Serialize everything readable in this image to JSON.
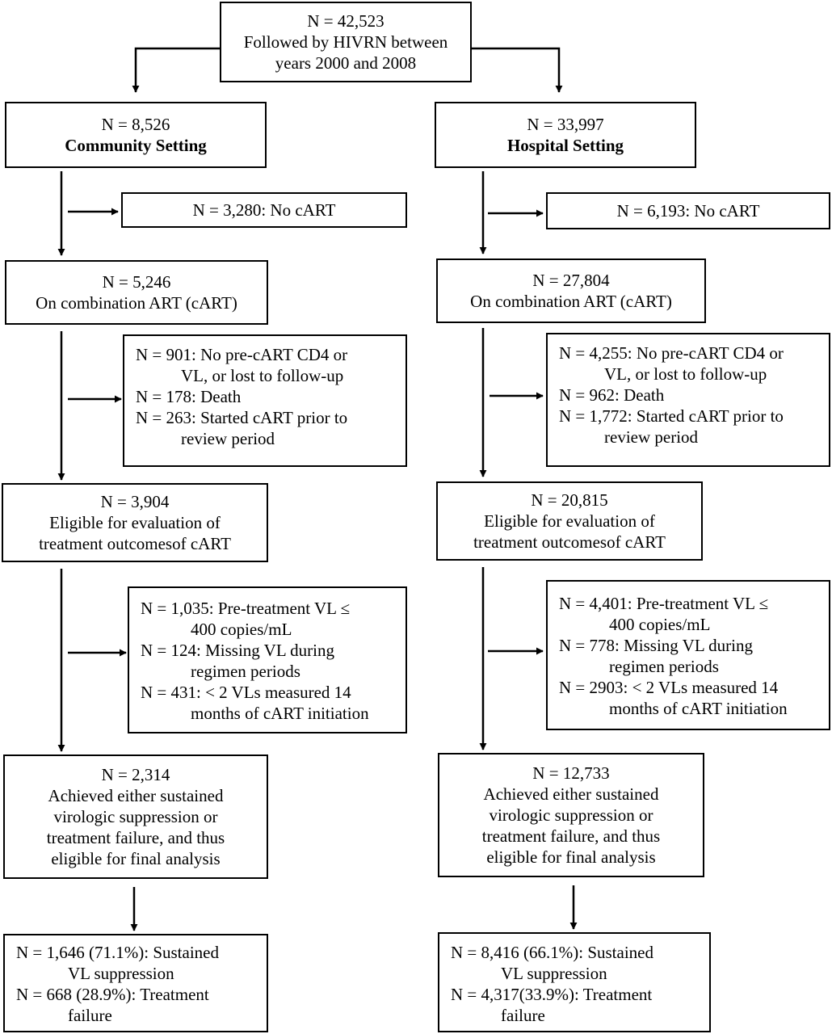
{
  "top": {
    "n": "N = 42,523",
    "l1": "Followed by HIVRN between",
    "l2": "years 2000 and 2008"
  },
  "community": {
    "setting": {
      "n": "N = 8,526",
      "label": "Community Setting"
    },
    "no_cart": "N = 3,280: No cART",
    "on_cart": {
      "n": "N = 5,246",
      "label": "On combination ART (cART)"
    },
    "excl1": {
      "a1": "N = 901: No pre-cART CD4 or",
      "a2": "VL, or lost to follow-up",
      "b": "N = 178: Death",
      "c1": "N = 263: Started cART prior to",
      "c2": "review period"
    },
    "eligible": {
      "n": "N = 3,904",
      "l1": "Eligible for evaluation of",
      "l2": "treatment outcomesof cART"
    },
    "excl2": {
      "a1": "N = 1,035: Pre-treatment VL ≤",
      "a2": "400 copies/mL",
      "b1": "N = 124: Missing VL during",
      "b2": "regimen periods",
      "c1": "N = 431: < 2 VLs measured 14",
      "c2": "months of cART initiation"
    },
    "final": {
      "n": "N = 2,314",
      "l1": "Achieved either sustained",
      "l2": "virologic suppression or",
      "l3": "treatment failure, and thus",
      "l4": "eligible for final analysis"
    },
    "outcome": {
      "a1": "N = 1,646 (71.1%): Sustained",
      "a2": "VL suppression",
      "b1": "N = 668 (28.9%): Treatment",
      "b2": "failure"
    }
  },
  "hospital": {
    "setting": {
      "n": "N = 33,997",
      "label": "Hospital Setting"
    },
    "no_cart": "N = 6,193: No cART",
    "on_cart": {
      "n": "N = 27,804",
      "label": "On combination ART (cART)"
    },
    "excl1": {
      "a1": "N = 4,255: No pre-cART CD4 or",
      "a2": "VL, or lost to follow-up",
      "b": "N = 962: Death",
      "c1": "N = 1,772: Started cART prior to",
      "c2": "review period"
    },
    "eligible": {
      "n": "N = 20,815",
      "l1": "Eligible for evaluation of",
      "l2": "treatment outcomesof cART"
    },
    "excl2": {
      "a1": "N = 4,401: Pre-treatment VL ≤",
      "a2": "400 copies/mL",
      "b1": "N = 778: Missing VL during",
      "b2": "regimen periods",
      "c1": "N = 2903: < 2 VLs measured 14",
      "c2": "months of cART initiation"
    },
    "final": {
      "n": "N = 12,733",
      "l1": "Achieved either sustained",
      "l2": "virologic suppression or",
      "l3": "treatment failure, and thus",
      "l4": "eligible for final analysis"
    },
    "outcome": {
      "a1": "N = 8,416 (66.1%): Sustained",
      "a2": "VL suppression",
      "b1": "N = 4,317(33.9%): Treatment",
      "b2": "failure"
    }
  }
}
